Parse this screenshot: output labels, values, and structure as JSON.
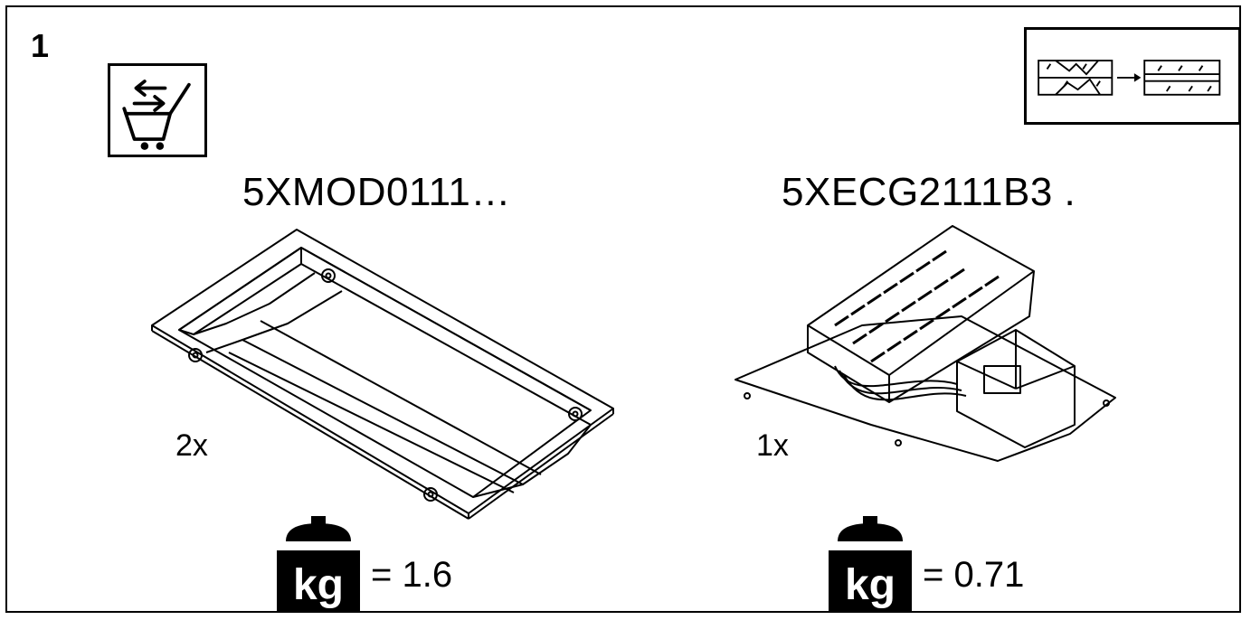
{
  "step": {
    "number": "1"
  },
  "icons": {
    "cart": "replacement-cart-icon",
    "reference": "glass-panel-replace-icon",
    "weight": "kg-weight-icon"
  },
  "parts": [
    {
      "code": "5XMOD0111…",
      "quantity": "2x",
      "weight_unit": "kg",
      "weight_text": "= 1.6"
    },
    {
      "code": "5XECG2111B3 .",
      "quantity": "1x",
      "weight_unit": "kg",
      "weight_text": "= 0.71"
    }
  ]
}
